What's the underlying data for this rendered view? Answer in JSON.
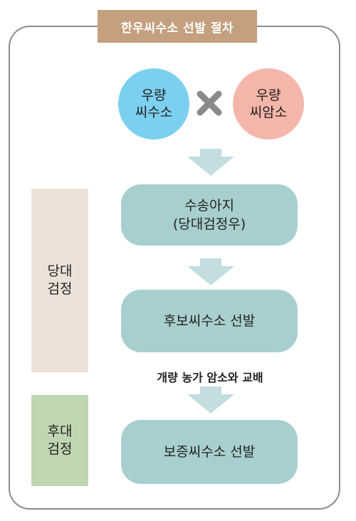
{
  "title": "한우씨수소 선발 절차",
  "sire": {
    "line1": "우량",
    "line2": "씨수소"
  },
  "dam": {
    "line1": "우량",
    "line2": "씨암소"
  },
  "steps": [
    {
      "line1": "수송아지",
      "line2": "(당대검정우)"
    },
    {
      "line1": "후보씨수소 선발"
    },
    {
      "line1": "보증씨수소 선발"
    }
  ],
  "exchange_label": "개량 농가 암소와 교배",
  "phases": [
    {
      "line1": "당대",
      "line2": "검정"
    },
    {
      "line1": "후대",
      "line2": "검정"
    }
  ],
  "colors": {
    "title_bg": "#c4a07f",
    "sire": "#7cd0ef",
    "dam": "#f4b6ab",
    "box": "#a8cfd0",
    "arrow": "#c3dde0",
    "phase_same": "#ede2d7",
    "phase_later": "#bed7b2",
    "cross": "#8a8a8a"
  },
  "icons": {
    "cross": "times-icon",
    "arrow": "down-arrow-icon"
  }
}
